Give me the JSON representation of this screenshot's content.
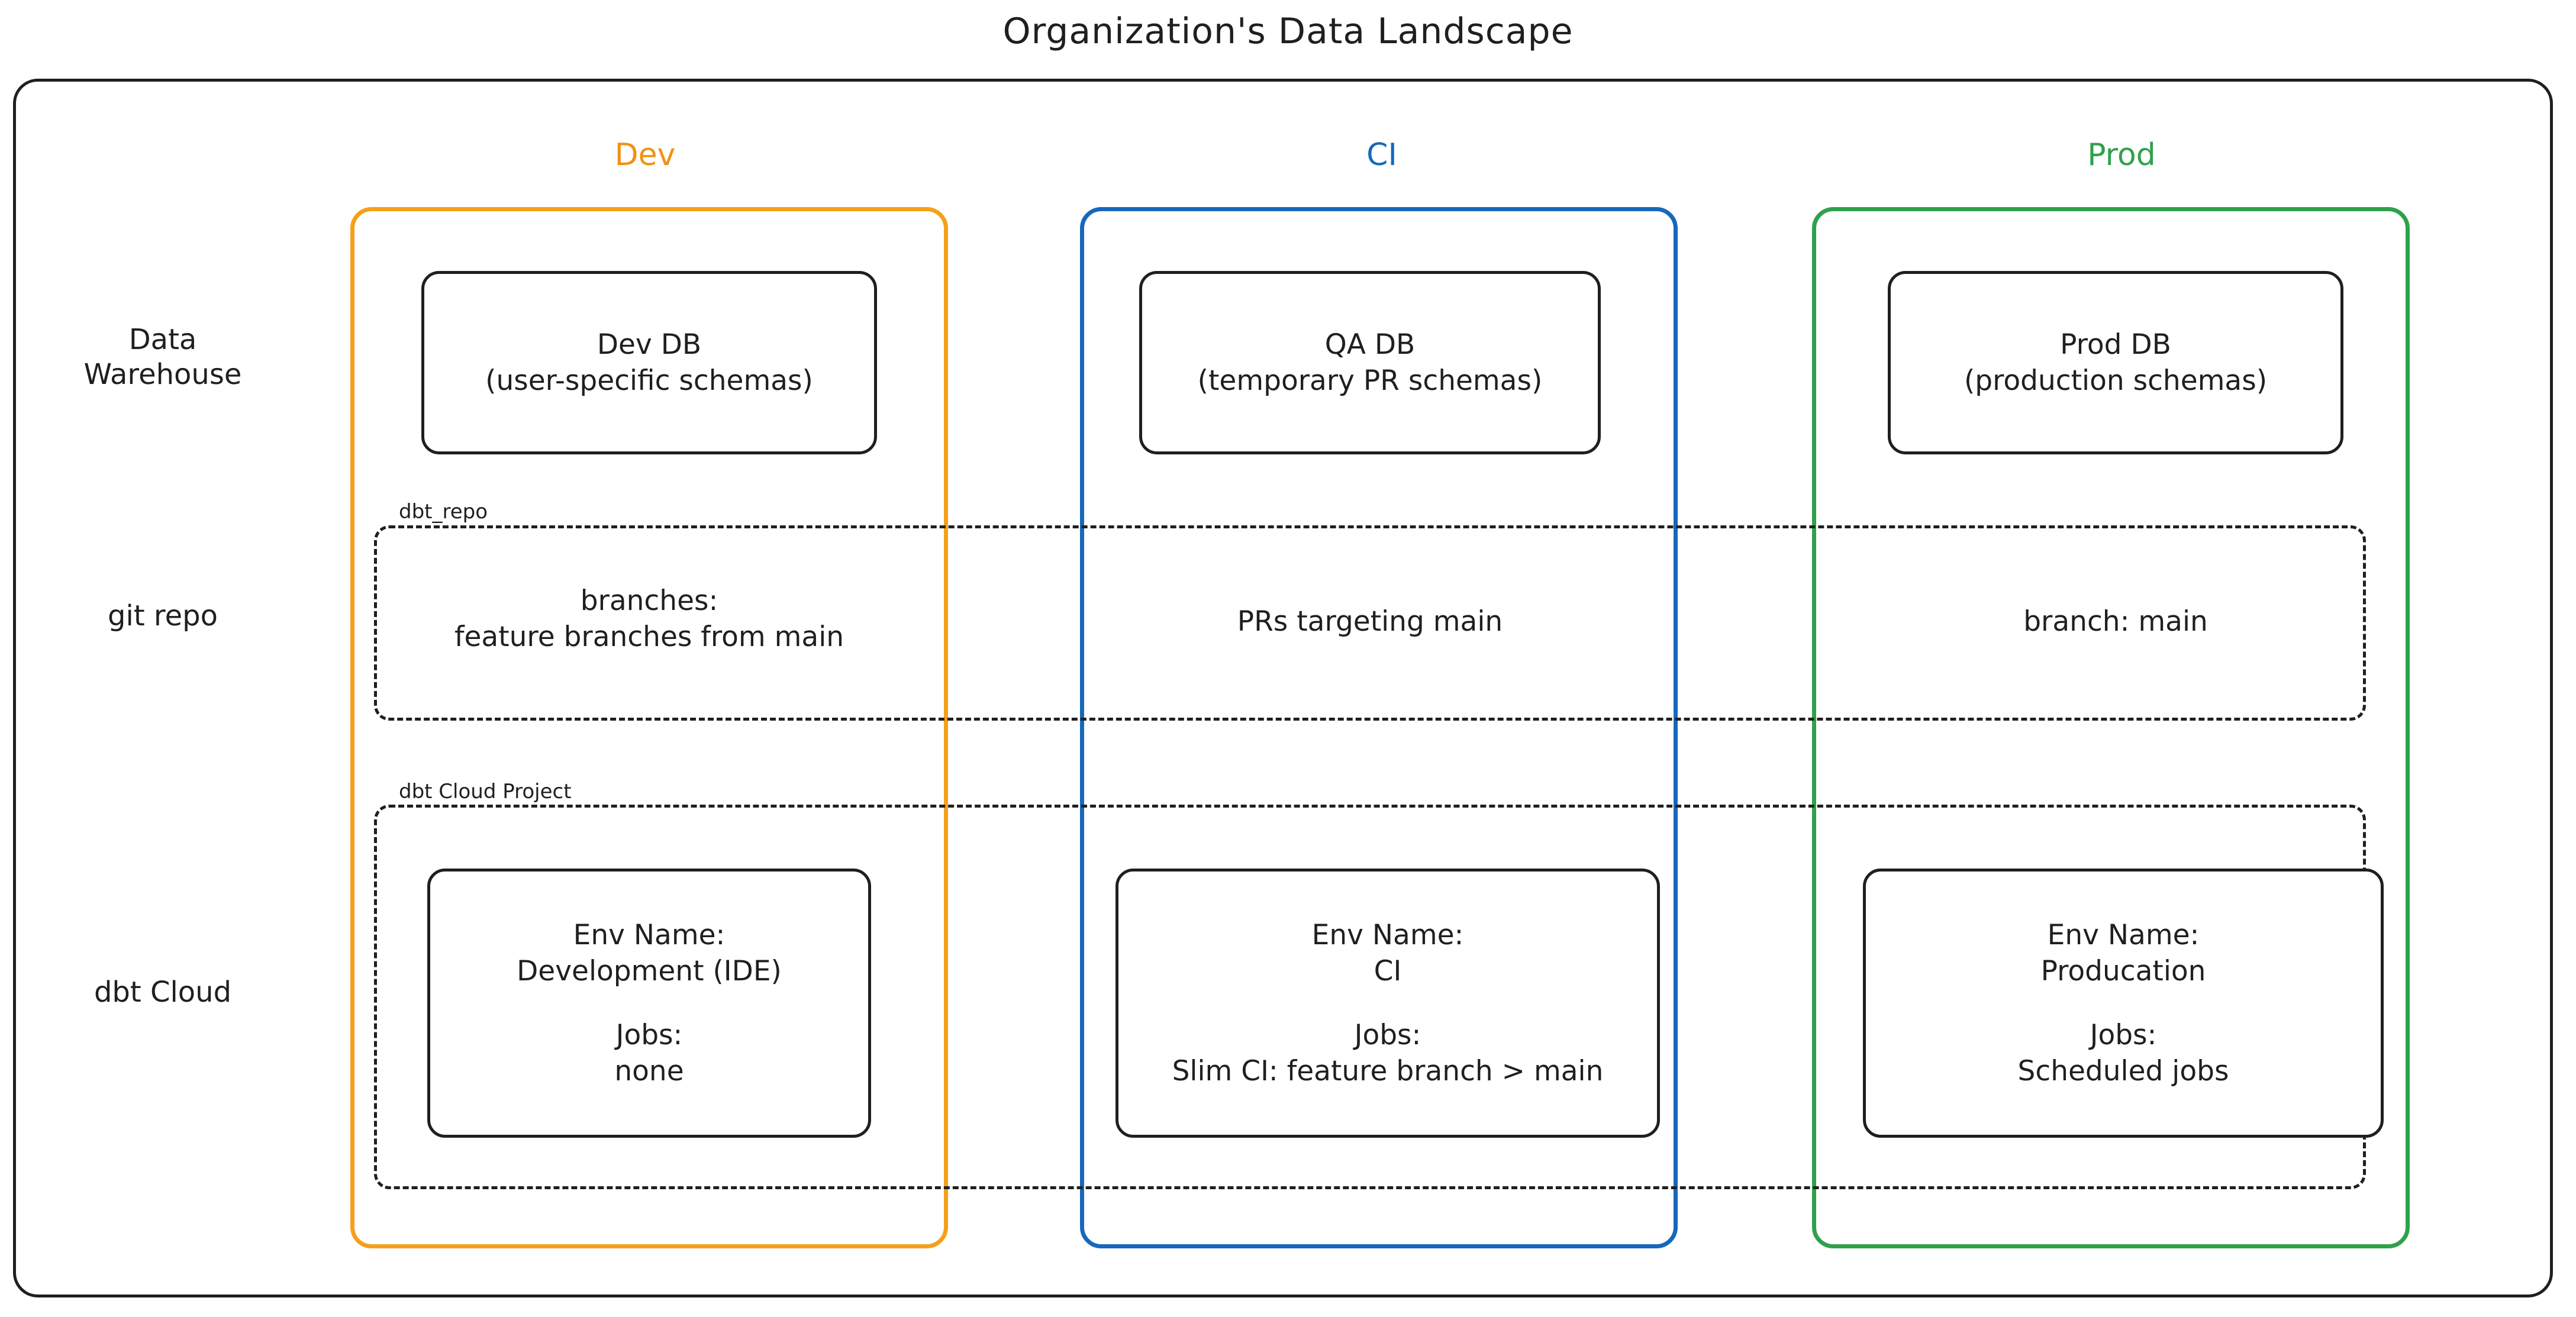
{
  "diagram": {
    "title": "Organization's Data Landscape",
    "colors": {
      "dev": "#f29111",
      "ci": "#1668bb",
      "prod": "#2fa14b",
      "stroke": "#1f1f1f",
      "background": "#ffffff"
    }
  },
  "columns": [
    {
      "key": "dev",
      "label": "Dev",
      "color": "#f29111"
    },
    {
      "key": "ci",
      "label": "CI",
      "color": "#1668bb"
    },
    {
      "key": "prod",
      "label": "Prod",
      "color": "#2fa14b"
    }
  ],
  "rows": [
    {
      "key": "warehouse",
      "label_line1": "Data",
      "label_line2": "Warehouse"
    },
    {
      "key": "git",
      "label_line1": "git repo",
      "label_line2": ""
    },
    {
      "key": "dbt_cloud",
      "label_line1": "dbt Cloud",
      "label_line2": ""
    }
  ],
  "groups": {
    "git_repo": {
      "caption": "dbt_repo"
    },
    "dbt_cloud_project": {
      "caption": "dbt Cloud Project"
    }
  },
  "warehouse": {
    "dev": {
      "title": "Dev DB",
      "detail": "(user-specific schemas)"
    },
    "ci": {
      "title": "QA DB",
      "detail": "(temporary PR schemas)"
    },
    "prod": {
      "title": "Prod DB",
      "detail": "(production schemas)"
    }
  },
  "git_repo": {
    "dev": {
      "line1": "branches:",
      "line2": "feature branches from main"
    },
    "ci": {
      "line1": "PRs targeting main",
      "line2": ""
    },
    "prod": {
      "line1": "branch: main",
      "line2": ""
    }
  },
  "dbt_cloud": {
    "dev": {
      "env_label": "Env Name:",
      "env_value": "Development (IDE)",
      "jobs_label": "Jobs:",
      "jobs_value": "none"
    },
    "ci": {
      "env_label": "Env Name:",
      "env_value": "CI",
      "jobs_label": "Jobs:",
      "jobs_value": "Slim CI: feature branch > main"
    },
    "prod": {
      "env_label": "Env Name:",
      "env_value": "Producation",
      "jobs_label": "Jobs:",
      "jobs_value": "Scheduled jobs"
    }
  }
}
